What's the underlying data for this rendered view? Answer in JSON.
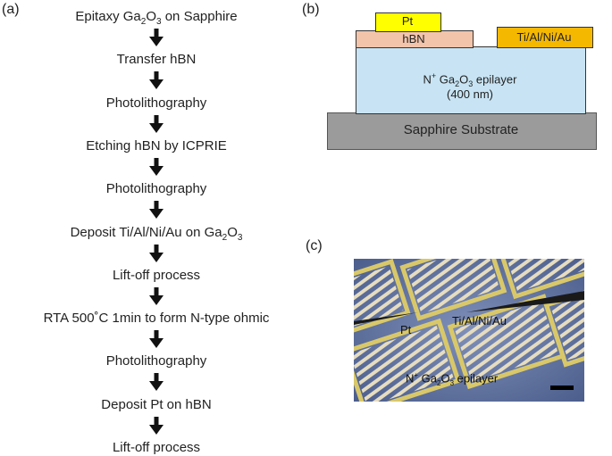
{
  "panels": {
    "a": "(a)",
    "b": "(b)",
    "c": "(c)"
  },
  "process_steps": [
    {
      "pre": "Epitaxy Ga",
      "sub1": "2",
      "mid": "O",
      "sub2": "3",
      "post": " on Sapphire"
    },
    {
      "pre": "Transfer hBN"
    },
    {
      "pre": "Photolithography"
    },
    {
      "pre": "Etching hBN by ICPRIE"
    },
    {
      "pre": "Photolithography"
    },
    {
      "pre": "Deposit Ti/Al/Ni/Au on Ga",
      "sub1": "2",
      "mid": "O",
      "sub2": "3",
      "post": ""
    },
    {
      "pre": "Lift-off process"
    },
    {
      "pre": "RTA 500˚C 1min to form N-type ohmic"
    },
    {
      "pre": "Photolithography"
    },
    {
      "pre": "Deposit Pt on hBN"
    },
    {
      "pre": "Lift-off process"
    }
  ],
  "cross_section": {
    "pt": "Pt",
    "hbn": "hBN",
    "contact": "Ti/Al/Ni/Au",
    "epilayer_pre": "N",
    "epilayer_sup": "+",
    "epilayer_ga": " Ga",
    "epilayer_sub1": "2",
    "epilayer_o": "O",
    "epilayer_sub2": "3",
    "epilayer_post": " epilayer",
    "thickness": "(400 nm)",
    "substrate": "Sapphire Substrate",
    "colors": {
      "pt": "#ffff00",
      "hbn": "#f2c4aa",
      "contact": "#f5b800",
      "epilayer": "#c8e4f4",
      "substrate": "#9b9b9b"
    }
  },
  "micrograph": {
    "pt_label": "Pt",
    "contact_label": "Ti/Al/Ni/Au",
    "epi_pre": "N",
    "epi_sup": "+",
    "epi_ga": " Ga",
    "epi_sub1": "2",
    "epi_o": "O",
    "epi_sub2": "3",
    "epi_post": " epilayer"
  }
}
